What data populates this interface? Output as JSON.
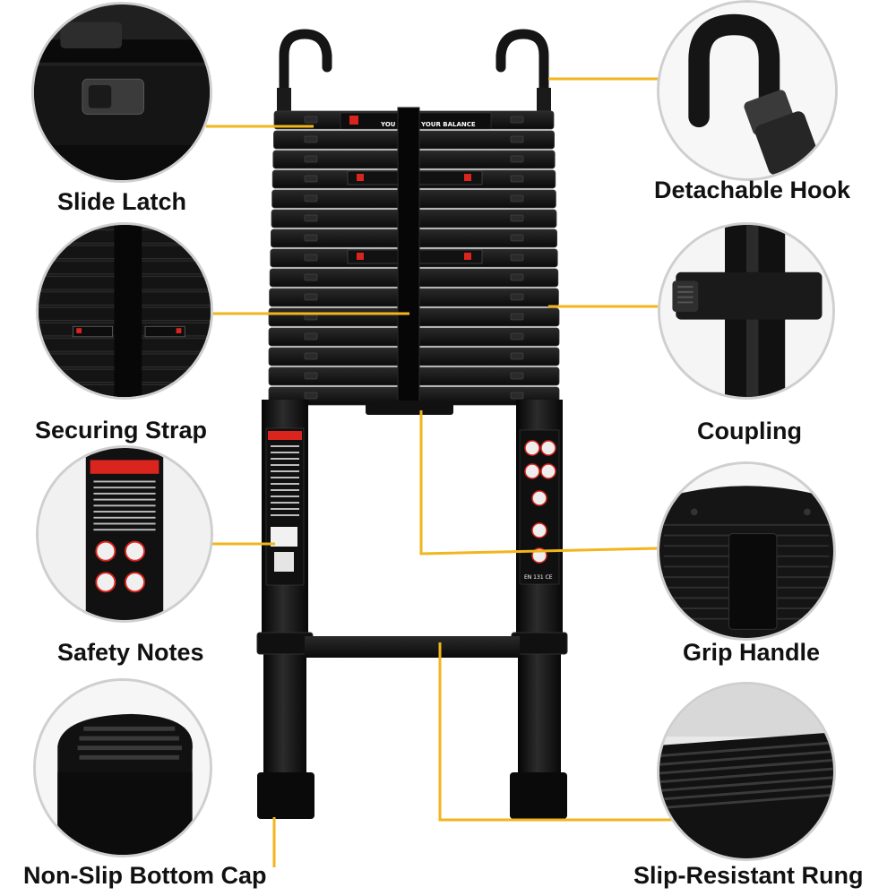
{
  "labels": {
    "slide_latch": "Slide Latch",
    "detachable_hook": "Detachable Hook",
    "securing_strap": "Securing Strap",
    "coupling": "Coupling",
    "safety_notes": "Safety Notes",
    "grip_handle": "Grip Handle",
    "non_slip_bottom_cap": "Non-Slip Bottom Cap",
    "slip_resistant_rung": "Slip-Resistant Rung"
  },
  "ladder_text": {
    "top_banner": "YOU C",
    "balance_banner": "YOUR BALANCE",
    "certification": "EN 131 CE"
  },
  "colors": {
    "leader_line": "#f2b51c",
    "ladder_black": "#141414",
    "circle_border": "#cfcfcf",
    "warning_red": "#d9251d"
  }
}
